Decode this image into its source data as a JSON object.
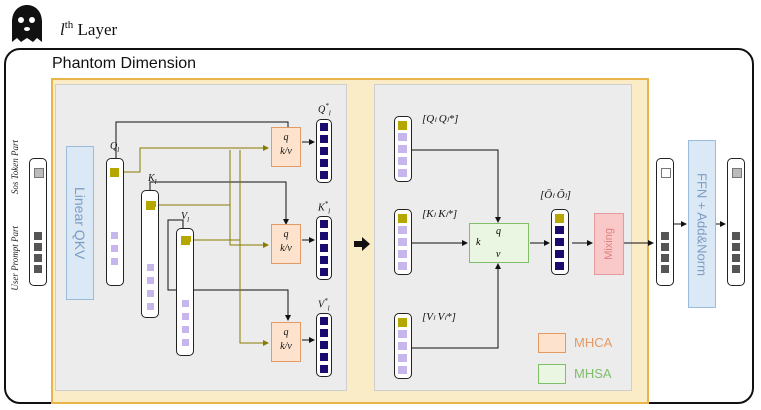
{
  "title": {
    "prefix": "l",
    "sup": "th",
    "text": "Layer"
  },
  "phantom_label": "Phantom Dimension",
  "side_labels": {
    "sos": "Sos Token Part",
    "user": "User Prompt Part"
  },
  "linear_qkv": "Linear QKV",
  "attn_labels": {
    "q": "q",
    "kv": "k/v"
  },
  "vec_labels": {
    "Q": "Q",
    "K": "K",
    "V": "V",
    "sub": "l"
  },
  "out_labels": {
    "Q": "Q",
    "K": "K",
    "V": "V",
    "sup": "*",
    "sub": "l"
  },
  "right_labels": {
    "qpair": "[Qₗ  Qₗ*]",
    "kpair": "[Kₗ  Kₗ*]",
    "vpair": "[Vₗ  Vₗ*]",
    "opair": "[Ōₗ  Õₗ]"
  },
  "mhsa_labels": {
    "k": "k",
    "q": "q",
    "v": "v"
  },
  "mixing": "Mixing",
  "ffn": "FFN + Add&Norm",
  "legend": [
    {
      "label": "MHCA",
      "color": "#e49a64",
      "fill": "#fde3cd"
    },
    {
      "label": "MHSA",
      "color": "#7fbf6a",
      "fill": "#eaf5e2"
    }
  ],
  "colors": {
    "accent_yellow": "#b5a600",
    "token_dark": "#1a0c6e",
    "token_light": "#c7b5ee",
    "arrow_olive": "#8a7a00"
  }
}
